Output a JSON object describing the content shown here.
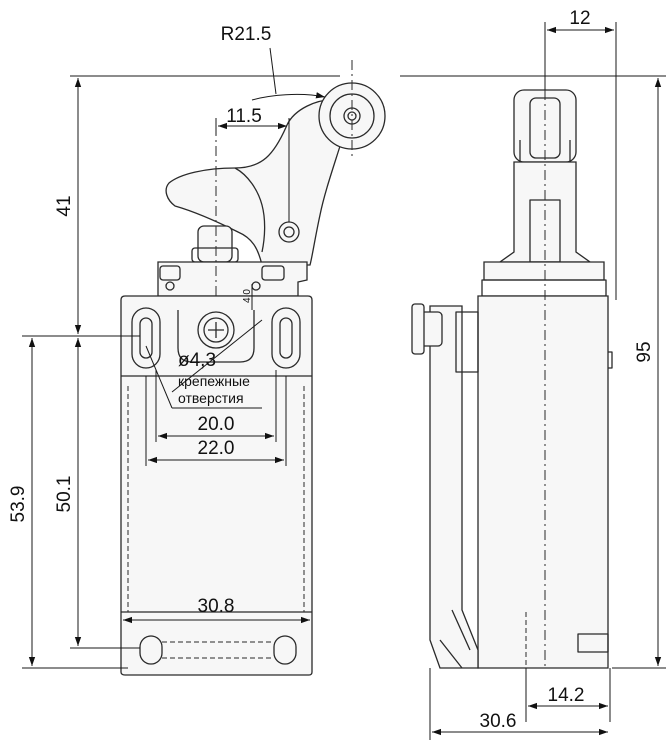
{
  "dimensions": {
    "radius": "R21.5",
    "lever_offset": "11.5",
    "upper_height": "41",
    "side_width": "12",
    "total_height": "95",
    "hole_spec": "ø4,3",
    "hole_note_line1": "крепежные",
    "hole_note_line2": "отверстия",
    "hole_spacing_inner": "20.0",
    "hole_spacing_outer": "22.0",
    "body_height_a": "53.9",
    "body_height_b": "50.1",
    "body_width": "30.8",
    "side_offset": "14.2",
    "side_depth": "30.6",
    "small_tick": "4.0"
  }
}
